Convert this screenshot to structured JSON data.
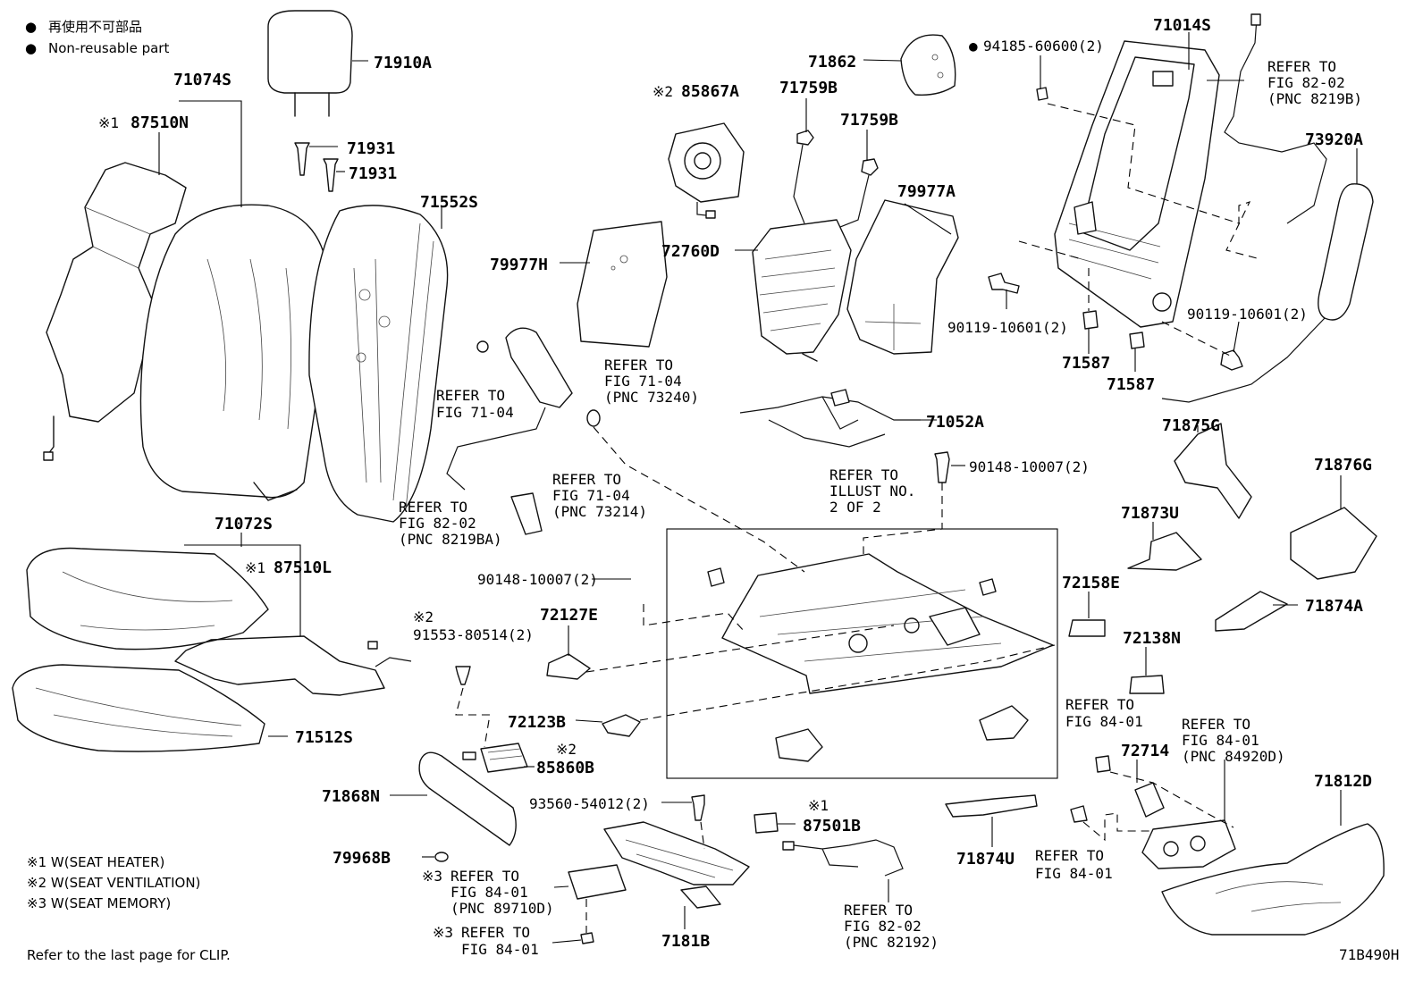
{
  "legend": {
    "mark_jp": "●",
    "text_jp": "再使用不可部品",
    "mark_en": "●",
    "text_en": "Non-reusable part"
  },
  "parts": {
    "p71910A": "71910A",
    "p71931a": "71931",
    "p71931b": "71931",
    "p71074S": "71074S",
    "p87510N": "87510N",
    "p87510N_mark": "※1",
    "p71552S": "71552S",
    "p79977H": "79977H",
    "p85867A": "85867A",
    "p85867A_mark": "※2",
    "p71862": "71862",
    "p71759Ba": "71759B",
    "p71759Bb": "71759B",
    "p72760D": "72760D",
    "p79977A": "79977A",
    "p94185": "94185-60600(2)",
    "p94185_mark": "●",
    "p71014S": "71014S",
    "p73920A": "73920A",
    "p90119a": "90119-10601(2)",
    "p90119b": "90119-10601(2)",
    "p71587a": "71587",
    "p71587b": "71587",
    "p71052A": "71052A",
    "p90148a": "90148-10007(2)",
    "p90148b": "90148-10007(2)",
    "p71875G": "71875G",
    "p71876G": "71876G",
    "p71873U": "71873U",
    "p71874A": "71874A",
    "p72158E": "72158E",
    "p72138N": "72138N",
    "p71072S": "71072S",
    "p87510L": "87510L",
    "p87510L_mark": "※1",
    "p91553": "91553-80514(2)",
    "p91553_mark": "※2",
    "p72127E": "72127E",
    "p72123B": "72123B",
    "p71512S": "71512S",
    "p85860B": "85860B",
    "p85860B_mark": "※2",
    "p71868N": "71868N",
    "p93560": "93560-54012(2)",
    "p87501B": "87501B",
    "p87501B_mark": "※1",
    "p71874U": "71874U",
    "p72714": "72714",
    "p71812D": "71812D",
    "p79968B": "79968B",
    "p7181B": "7181B",
    "refmark3a": "※3",
    "refmark3b": "※3"
  },
  "refs": {
    "r1": [
      "REFER TO",
      "FIG 82-02",
      "(PNC 8219B)"
    ],
    "r2": [
      "REFER TO",
      "FIG 71-04",
      "(PNC 73240)"
    ],
    "r3": [
      "REFER TO",
      "FIG 71-04"
    ],
    "r4": [
      "REFER TO",
      "FIG 71-04",
      "(PNC 73214)"
    ],
    "r5": [
      "REFER TO",
      "FIG 82-02",
      "(PNC 8219BA)"
    ],
    "r6": [
      "REFER TO",
      "ILLUST NO.",
      "2 OF 2"
    ],
    "r7": [
      "REFER TO",
      "FIG 84-01"
    ],
    "r8": [
      "REFER TO",
      "FIG 84-01",
      "(PNC 84920D)"
    ],
    "r9": [
      "REFER TO",
      "FIG 84-01"
    ],
    "r10": [
      "REFER TO",
      "FIG 84-01",
      "(PNC 89710D)"
    ],
    "r11": [
      "REFER TO",
      "FIG 84-01"
    ],
    "r12": [
      "REFER TO",
      "FIG 82-02",
      "(PNC 82192)"
    ]
  },
  "notes": {
    "n1": "※1 W(SEAT HEATER)",
    "n2": "※2 W(SEAT VENTILATION)",
    "n3": "※3 W(SEAT MEMORY)"
  },
  "footer": {
    "clip_note": "Refer to the last page for CLIP.",
    "illus_code": "71B490H"
  }
}
